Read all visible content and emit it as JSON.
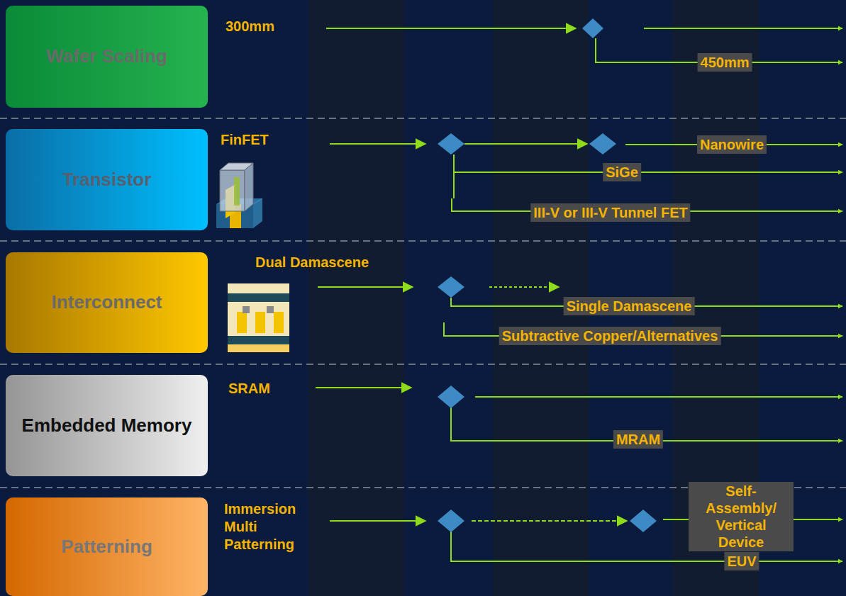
{
  "diagram": {
    "nodes": [
      {
        "text": [
          "Wafer Scaling"
        ]
      },
      {
        "text": [
          "Transistor"
        ]
      },
      {
        "text": [
          "Interconnect"
        ]
      },
      {
        "text": [
          "Embedded Memory"
        ]
      },
      {
        "text": [
          "Patterning"
        ]
      },
      {
        "text": [
          "450mm"
        ]
      },
      {
        "text": [
          "Nanowire"
        ]
      },
      {
        "text": [
          "SiGe"
        ]
      },
      {
        "text": [
          "III-V or III-V Tunnel FET"
        ]
      },
      {
        "text": [
          "Single Damascene"
        ]
      },
      {
        "text": [
          "Subtractive Copper/Alternatives"
        ]
      },
      {
        "text": [
          "MRAM"
        ]
      },
      {
        "text": [
          "Self-Assembly/ Vertical Device"
        ]
      },
      {
        "text": [
          "EUV"
        ]
      }
    ],
    "labels": [
      "300mm",
      "FinFET",
      "Dual Damascene",
      "SRAM",
      "Immersion Multi Patterning"
    ]
  }
}
